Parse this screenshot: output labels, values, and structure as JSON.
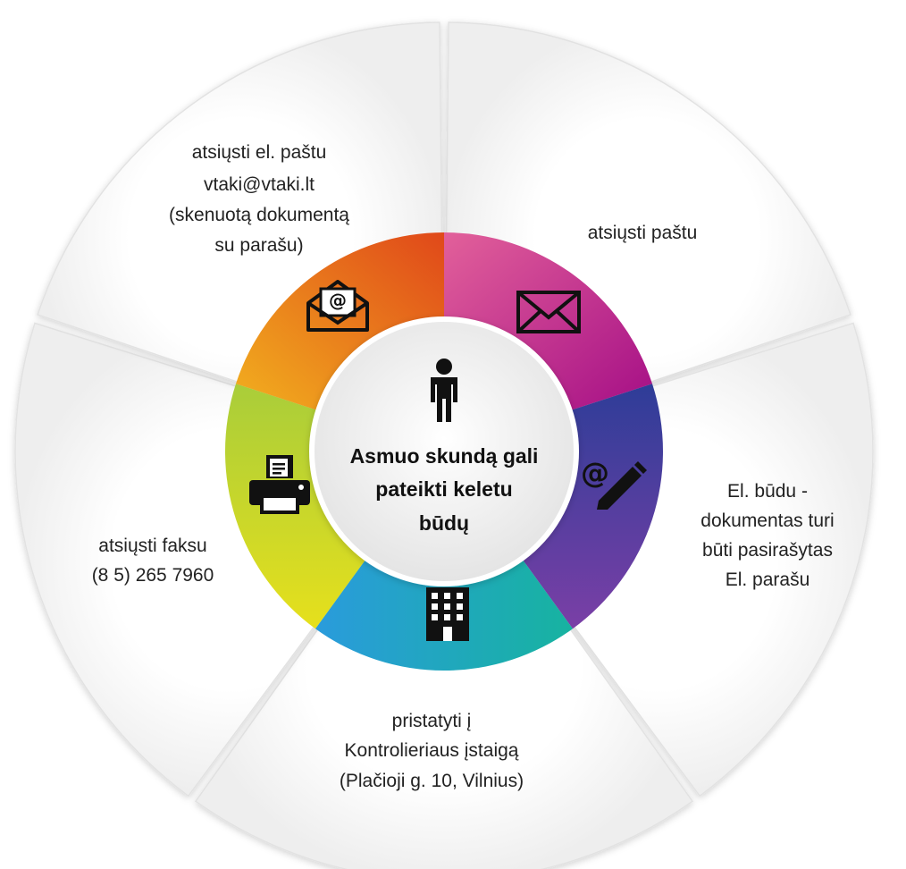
{
  "center": {
    "lines": [
      "Asmuo skundą gali",
      "pateikti keletu",
      "būdų"
    ],
    "icon": "person-icon"
  },
  "segments": [
    {
      "id": "email",
      "icon": "email-envelope-icon",
      "lines": [
        "atsiųsti el. paštu",
        "vtaki@vtaki.lt",
        "(skenuotą dokumentą",
        "su parašu)"
      ],
      "ring_color_start": "#f0a020",
      "ring_color_end": "#e2531b"
    },
    {
      "id": "post",
      "icon": "envelope-icon",
      "lines": [
        "atsiųsti paštu"
      ],
      "ring_color_start": "#dc5a95",
      "ring_color_end": "#b0108a"
    },
    {
      "id": "electronic",
      "icon": "at-pen-icon",
      "lines": [
        "El. būdu  -",
        "dokumentas turi",
        "būti pasirašytas",
        "El. parašu"
      ],
      "ring_color_start": "#2c3e9a",
      "ring_color_end": "#6a3aa0"
    },
    {
      "id": "deliver",
      "icon": "building-icon",
      "lines": [
        "pristatyti į",
        "Kontrolieriaus įstaigą",
        "(Plačioji g. 10, Vilnius)"
      ],
      "ring_color_start": "#1c9ed8",
      "ring_color_end": "#1ab0a5"
    },
    {
      "id": "fax",
      "icon": "fax-icon",
      "lines": [
        "atsiųsti faksu",
        "(8 5) 265 7960"
      ],
      "ring_color_start": "#9bc93c",
      "ring_color_end": "#e8dc20"
    }
  ]
}
